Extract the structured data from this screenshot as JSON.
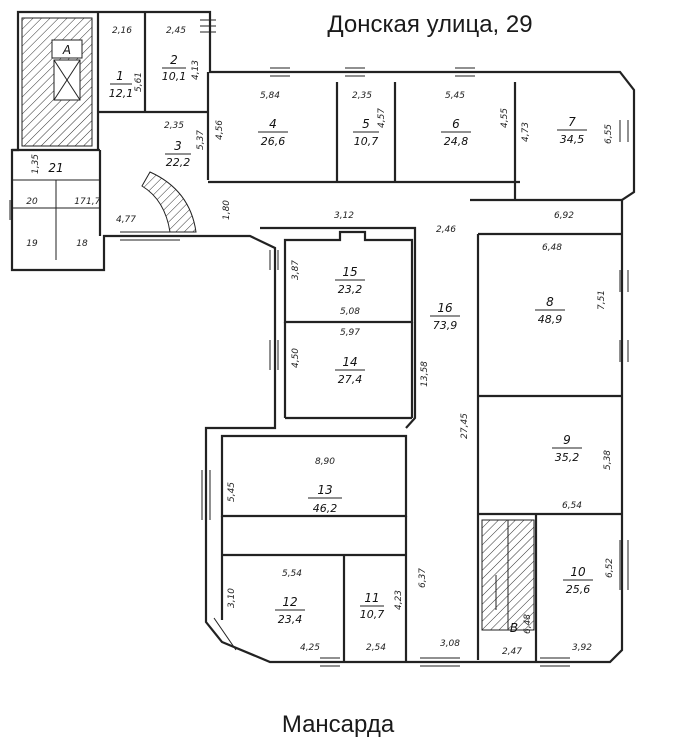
{
  "title": "Донская улица, 29",
  "caption": "Мансарда",
  "rooms": [
    {
      "num": "1",
      "area": "12,1"
    },
    {
      "num": "2",
      "area": "10,1"
    },
    {
      "num": "3",
      "area": "22,2"
    },
    {
      "num": "4",
      "area": "26,6"
    },
    {
      "num": "5",
      "area": "10,7"
    },
    {
      "num": "6",
      "area": "24,8"
    },
    {
      "num": "7",
      "area": "34,5"
    },
    {
      "num": "8",
      "area": "48,9"
    },
    {
      "num": "9",
      "area": "35,2"
    },
    {
      "num": "10",
      "area": "25,6"
    },
    {
      "num": "11",
      "area": "10,7"
    },
    {
      "num": "12",
      "area": "23,4"
    },
    {
      "num": "13",
      "area": "46,2"
    },
    {
      "num": "14",
      "area": "27,4"
    },
    {
      "num": "15",
      "area": "23,2"
    },
    {
      "num": "16",
      "area": "73,9"
    },
    {
      "num": "17",
      "area": ""
    },
    {
      "num": "18",
      "area": ""
    },
    {
      "num": "19",
      "area": ""
    },
    {
      "num": "20",
      "area": ""
    },
    {
      "num": "21",
      "area": ""
    }
  ],
  "stairs": [
    "А",
    "В"
  ],
  "dimensions": [
    "2,16",
    "2,45",
    "5,61",
    "4,13",
    "2,35",
    "5,37",
    "4,56",
    "5,84",
    "2,35",
    "4,57",
    "5,45",
    "4,55",
    "4,73",
    "6,55",
    "1,80",
    "4,77",
    "6,92",
    "3,12",
    "2,46",
    "1,35",
    "1,7",
    "6,48",
    "7,51",
    "3,87",
    "5,08",
    "5,97",
    "4,50",
    "13,58",
    "27,45",
    "5,38",
    "6,54",
    "8,90",
    "5,45",
    "6,37",
    "6,52",
    "5,54",
    "3,10",
    "4,23",
    "4,25",
    "2,54",
    "3,08",
    "2,47",
    "6,48",
    "3,92"
  ]
}
